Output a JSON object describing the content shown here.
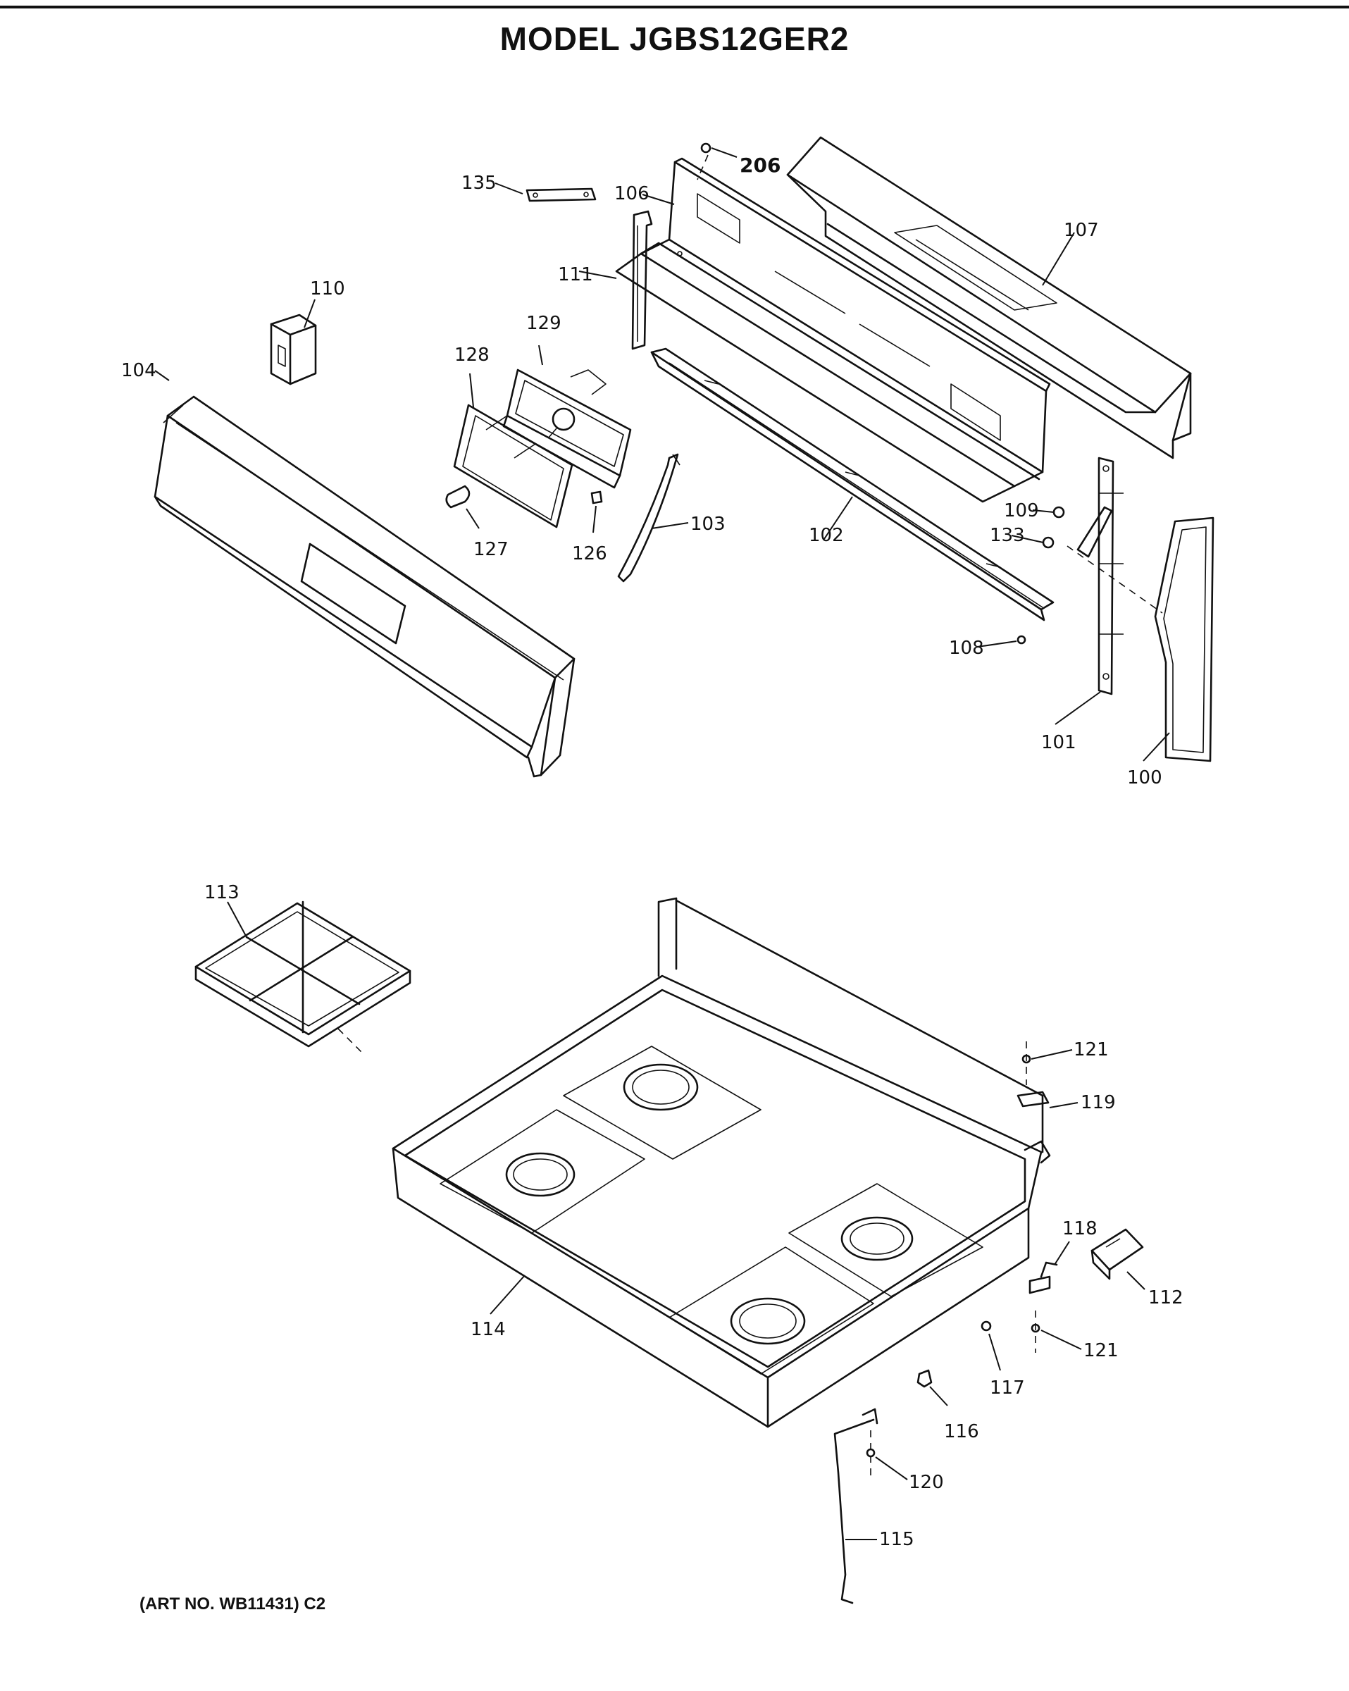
{
  "header": {
    "title": "MODEL JGBS12GER2"
  },
  "footer": {
    "art_number": "(ART NO. WB11431) C2"
  },
  "part_labels": {
    "p100": "100",
    "p101": "101",
    "p102": "102",
    "p103": "103",
    "p104": "104",
    "p106": "106",
    "p107": "107",
    "p108": "108",
    "p109": "109",
    "p110": "110",
    "p111": "111",
    "p112": "112",
    "p113": "113",
    "p114": "114",
    "p115": "115",
    "p116": "116",
    "p117": "117",
    "p118": "118",
    "p119": "119",
    "p120": "120",
    "p121a": "121",
    "p121b": "121",
    "p126": "126",
    "p127": "127",
    "p128": "128",
    "p129": "129",
    "p133": "133",
    "p135": "135",
    "p206": "206"
  }
}
